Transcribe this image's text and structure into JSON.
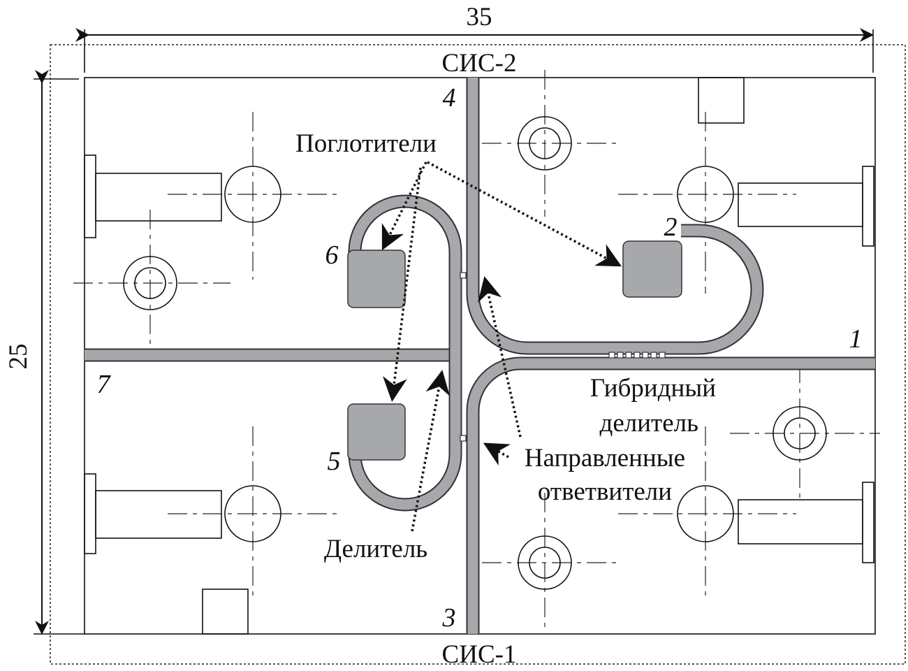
{
  "dimensions": {
    "width": "35",
    "height": "25"
  },
  "ports": {
    "top": "СИС-2",
    "bottom": "СИС-1"
  },
  "port_numbers": [
    "1",
    "2",
    "3",
    "4",
    "5",
    "6",
    "7"
  ],
  "labels": {
    "absorbers": "Поглотители",
    "hybrid_line1": "Гибридный",
    "hybrid_line2": "делитель",
    "couplers_line1": "Направленные",
    "couplers_line2": "ответвители",
    "divider": "Делитель"
  },
  "colors": {
    "trace": "#a6a8ab",
    "line": "#111111"
  }
}
